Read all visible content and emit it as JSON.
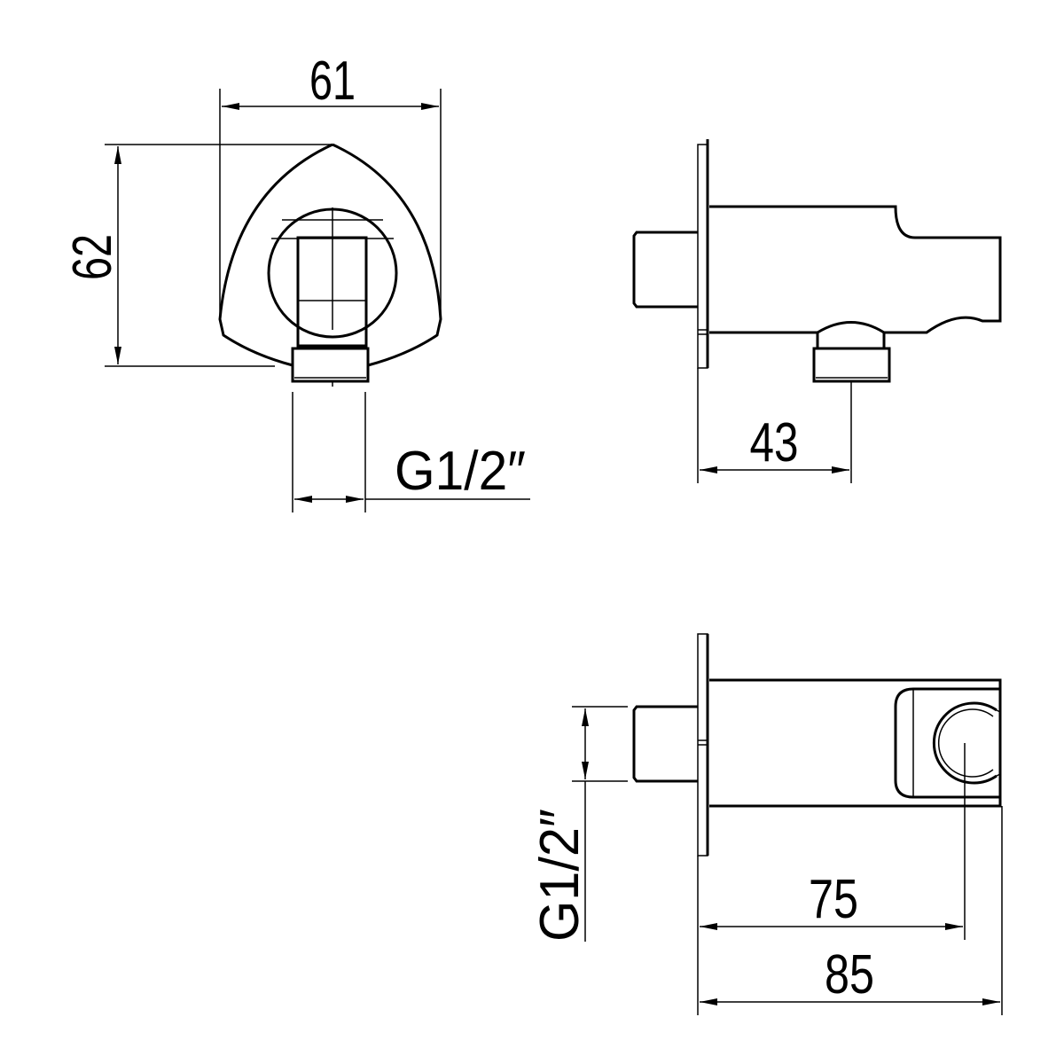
{
  "drawing": {
    "line_color": "#000000",
    "background": "#ffffff",
    "front_view": {
      "width_label": "61",
      "height_label": "62",
      "thread_label": "G1/2″"
    },
    "side_view": {
      "outlet_label": "43"
    },
    "top_view": {
      "thread_label": "G1/2″",
      "holder_label": "75",
      "total_label": "85"
    }
  }
}
